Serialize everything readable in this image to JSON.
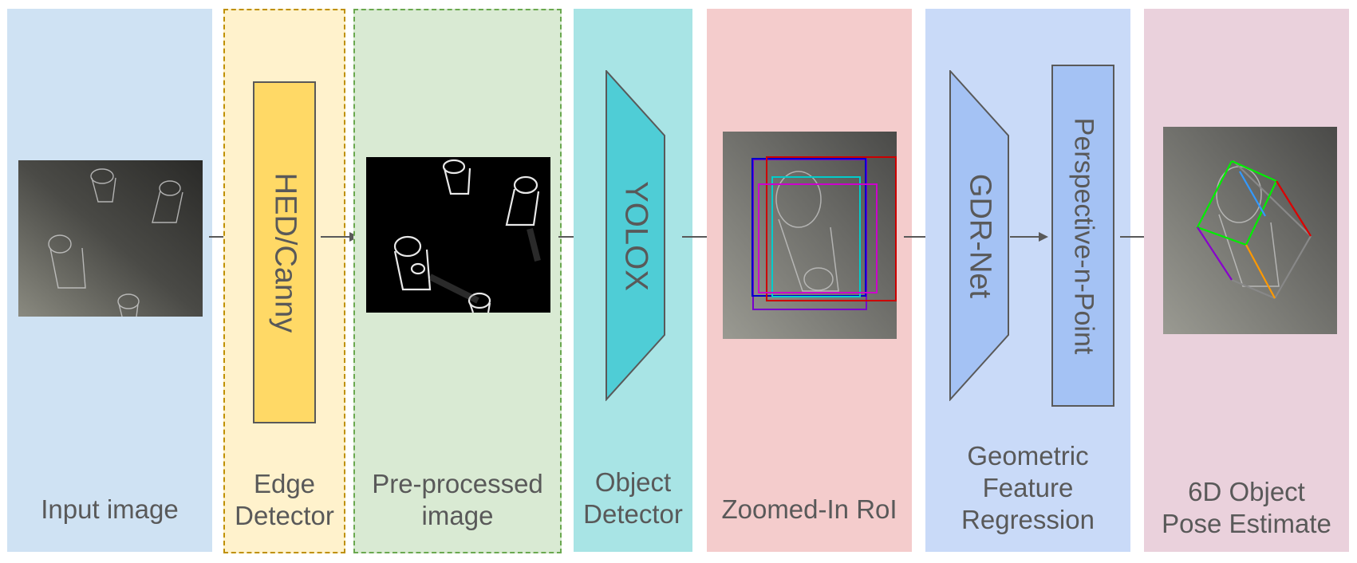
{
  "stages": {
    "input": {
      "label": "Input image",
      "color": "#cfe2f3"
    },
    "edge": {
      "label": "Edge\nDetector",
      "color": "#fff2cc",
      "border": "#bf9000",
      "block_text": "HED/Canny",
      "block_color": "#ffd966"
    },
    "preprocessed": {
      "label": "Pre-processed\nimage",
      "color": "#d9ead3",
      "border": "#6aa84f"
    },
    "object_detector": {
      "label": "Object\nDetector",
      "color": "#a8e4e5",
      "block_text": "YOLOX",
      "block_color": "#4fcdd6"
    },
    "zoomed": {
      "label": "Zoomed-In RoI",
      "color": "#f4cccc"
    },
    "geometric": {
      "label": "Geometric\nFeature\nRegression",
      "color": "#c9daf8",
      "block_text_1": "GDR-Net",
      "block_text_2": "Perspective-n-Point",
      "block_color": "#a4c2f4"
    },
    "pose": {
      "label": "6D Object\nPose Estimate",
      "color": "#ead1dc"
    }
  },
  "colors": {
    "arrow": "#595959",
    "bbox": [
      "#0000cc",
      "#cc0000",
      "#00cccc",
      "#cc00cc",
      "#7700cc"
    ],
    "cube_front": "#00ee00",
    "cube_left": "#8800cc",
    "cube_right": "#dd0000",
    "cube_axis_blue": "#3399ff",
    "cube_axis_orange": "#ff9900"
  }
}
